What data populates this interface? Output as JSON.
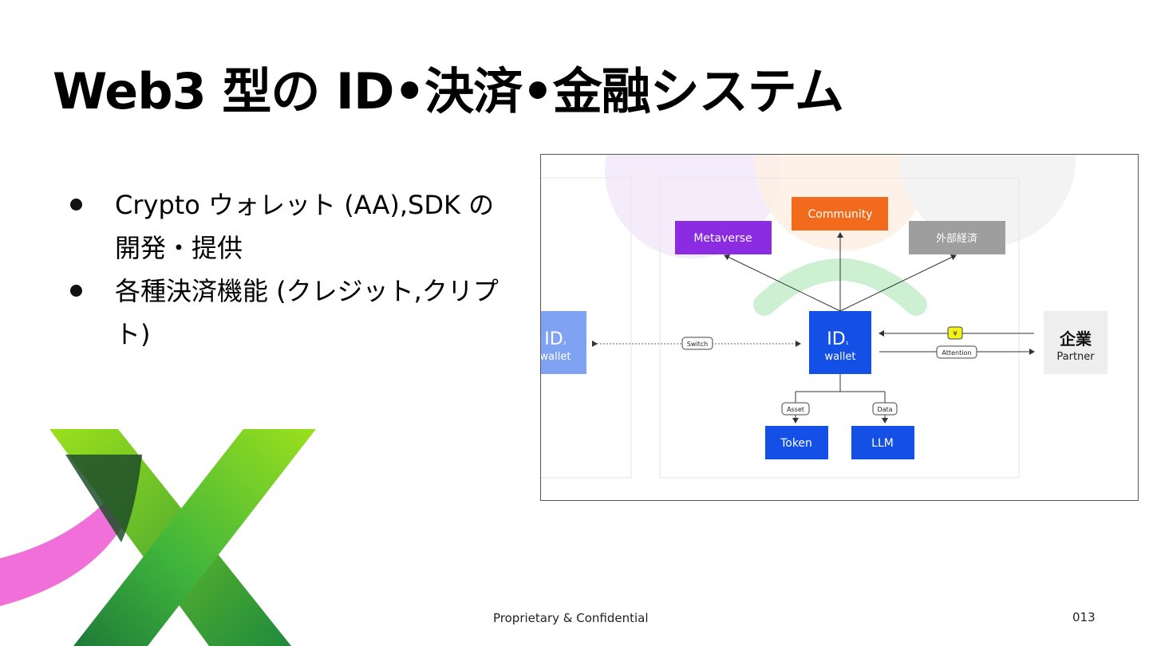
{
  "slide": {
    "title": "Web3 型の ID•決済•金融システム",
    "bullets": [
      "Crypto ウォレット (AA),SDK の開発・提供",
      "各種決済機能 (クレジット,クリプト)"
    ],
    "footer": "Proprietary & Confidential",
    "page_number": "013"
  },
  "diagram": {
    "nodes": {
      "community": "Community",
      "metaverse": "Metaverse",
      "external_economy": "外部経済",
      "id1_title": "ID",
      "id1_sub": "₁",
      "id1_wallet": "wallet",
      "id2_title": "ID",
      "id2_sub": "₂",
      "id2_wallet": "wallet",
      "partner_title": "企業",
      "partner_sub": "Partner",
      "token": "Token",
      "llm": "LLM"
    },
    "edge_labels": {
      "switch": "Switch",
      "yen": "¥",
      "attention": "Attention",
      "asset": "Asset",
      "data": "Data"
    },
    "colors": {
      "community": "#F26B1D",
      "metaverse": "#8B2BE2",
      "external_economy": "#9E9E9E",
      "id1": "#1450E6",
      "id2": "#7FA3F2",
      "token": "#1450E6",
      "llm": "#1450E6",
      "partner_bg": "#EEEEEE",
      "yen_badge": "#F2F21A",
      "green_arc": "#CDEFD2"
    }
  },
  "logo": {
    "colors": {
      "green_light": "#9BE01C",
      "green_dark": "#1E8A3C",
      "pink": "#F06FD8"
    }
  }
}
